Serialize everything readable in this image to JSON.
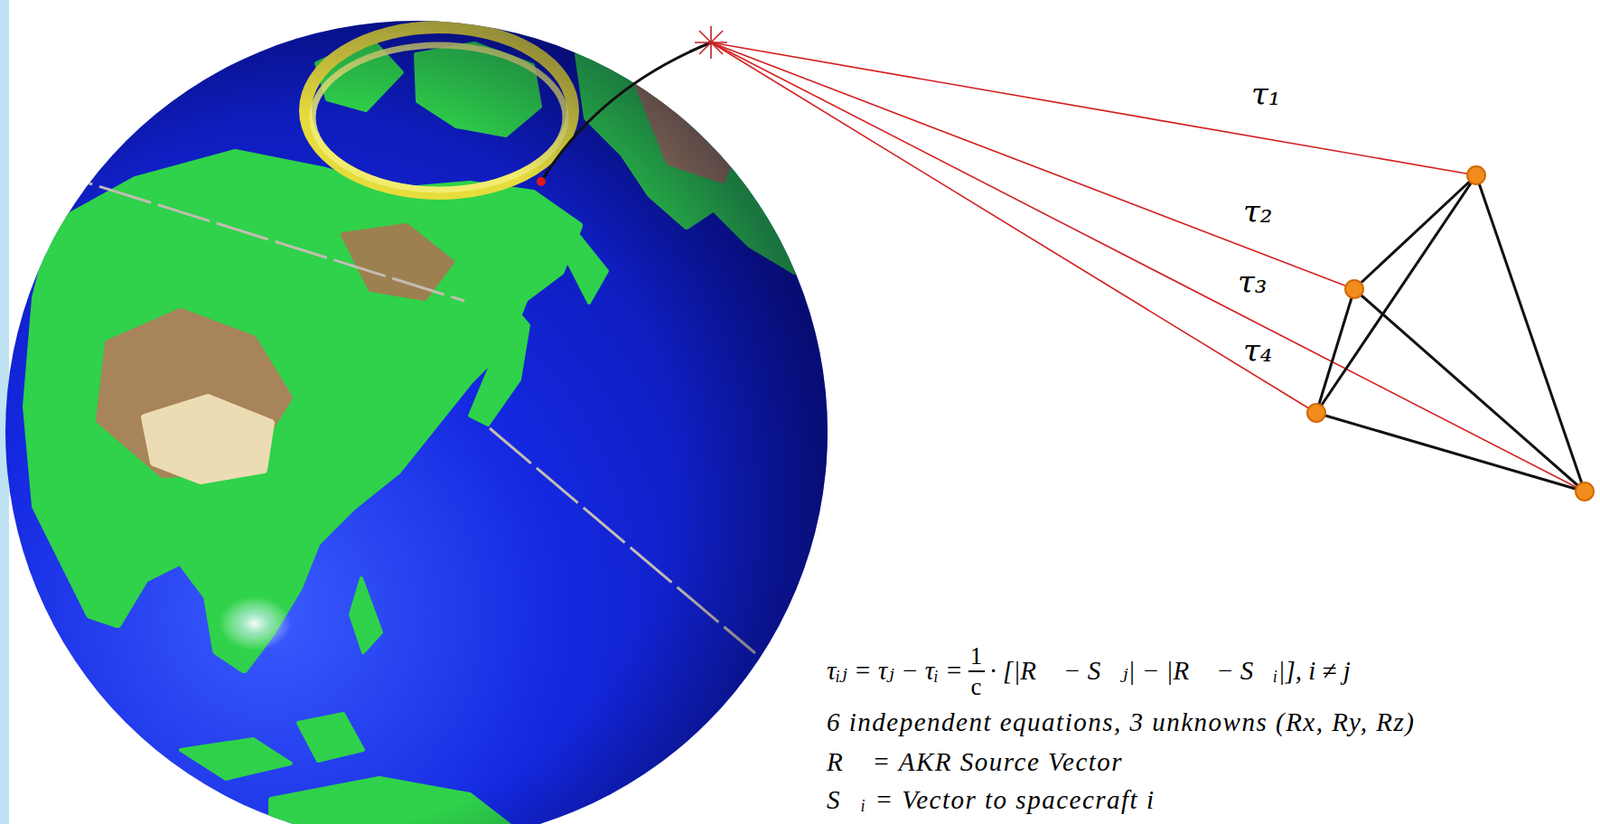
{
  "diagram": {
    "labels": [
      "τ₁",
      "τ₂",
      "τ₃",
      "τ₄",
      "τᵢⱼ = τⱼ − τᵢ =",
      "1",
      "c",
      "· [|R⃗ − S⃗ⱼ| − |R⃗ − S⃗ᵢ|], i ≠ j",
      "6 independent equations, 3 unknowns (Rx, Ry, Rz)",
      "R⃗ = AKR Source Vector",
      "S⃗ᵢ = Vector to spacecraft i"
    ]
  }
}
